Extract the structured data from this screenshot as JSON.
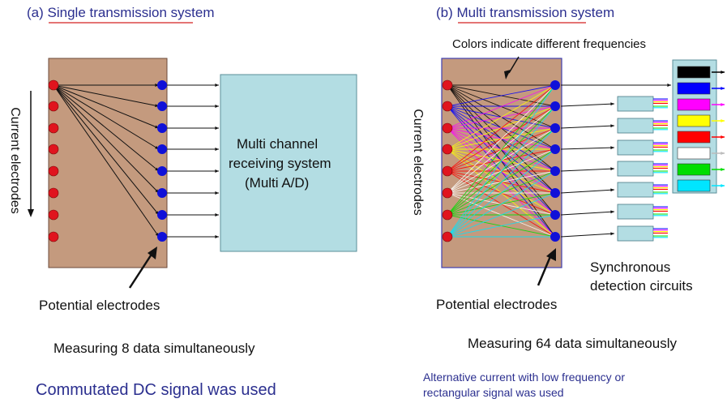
{
  "left": {
    "heading_prefix": "(a)",
    "heading_underlined": "Single transmission",
    "heading_suffix": "system",
    "current_label": "Current electrodes",
    "receiver_line1": "Multi channel",
    "receiver_line2": "receiving system",
    "receiver_line3": "(Multi A/D)",
    "potential_label": "Potential electrodes",
    "measuring": "Measuring 8 data simultaneously",
    "footer": "Commutated DC signal was used"
  },
  "right": {
    "heading_prefix": "(b)",
    "heading_underlined": "Multi transmission",
    "heading_suffix": "system",
    "colors_note": "Colors indicate different frequencies",
    "current_label": "Current electrodes",
    "potential_label": "Potential electrodes",
    "sync_line1": "Synchronous",
    "sync_line2": "detection circuits",
    "measuring": "Measuring 64 data simultaneously",
    "footer_line1": "Alternative current with low frequency or",
    "footer_line2": "rectangular signal was used"
  },
  "colors": {
    "board": "#c49a7e",
    "board_border_left": "#6b4a3a",
    "board_border_right": "#3f3fb0",
    "receiver_fill": "#b3dde3",
    "current_electrode": "#e0141e",
    "potential_electrode": "#1010d8",
    "heading_underline": "#d42020",
    "frequencies": [
      "#000000",
      "#0000ff",
      "#ff00ff",
      "#ffff00",
      "#ff0000",
      "#ffffff",
      "#00dd00",
      "#00e5ff"
    ]
  }
}
